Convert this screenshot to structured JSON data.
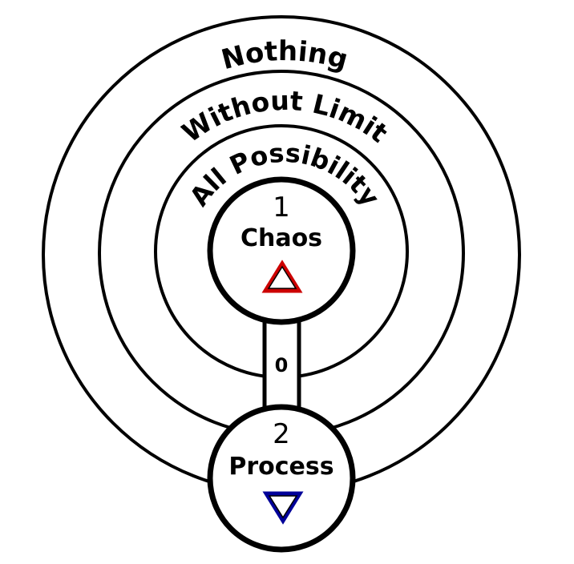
{
  "rings": {
    "outer": {
      "label": "Nothing"
    },
    "middle": {
      "label": "Without Limit"
    },
    "inner": {
      "label": "All Possibility"
    }
  },
  "nodes": {
    "top": {
      "number": "1",
      "label": "Chaos",
      "symbol": "up-triangle-icon",
      "symbol_color": "#cc0000"
    },
    "bottom": {
      "number": "2",
      "label": "Process",
      "symbol": "down-triangle-icon",
      "symbol_color": "#000099"
    }
  },
  "link": {
    "label": "0"
  }
}
